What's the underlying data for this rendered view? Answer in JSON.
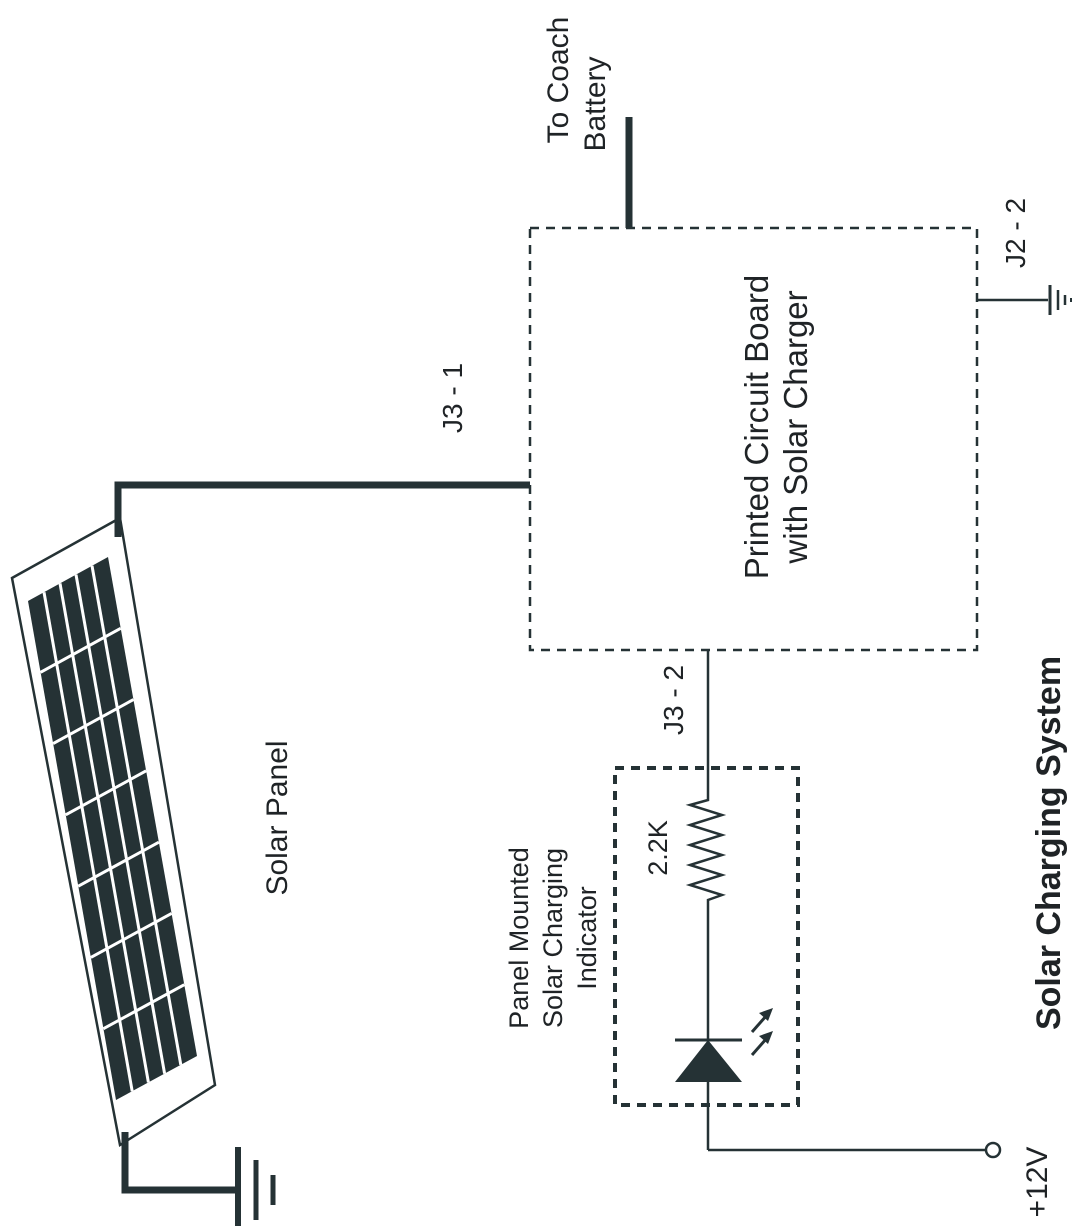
{
  "diagram": {
    "title": "Solar Charging System",
    "labels": {
      "solar_panel": "Solar Panel",
      "pcb_line1": "Printed Circuit Board",
      "pcb_line2": "with Solar Charger",
      "battery_line1": "To Coach",
      "battery_line2": "Battery",
      "j3_1": "J3 - 1",
      "j3_2": "J3 - 2",
      "j2_2": "J2 - 2",
      "indicator_line1": "Panel Mounted",
      "indicator_line2": "Solar Charging",
      "indicator_line3": "Indicator",
      "resistor": "2.2K",
      "supply": "+12V"
    },
    "icons": [
      "solar-panel-icon",
      "ground-icon",
      "resistor-icon",
      "led-icon",
      "terminal-icon"
    ],
    "colors": {
      "ink": "#253235",
      "background": "#ffffff"
    }
  }
}
